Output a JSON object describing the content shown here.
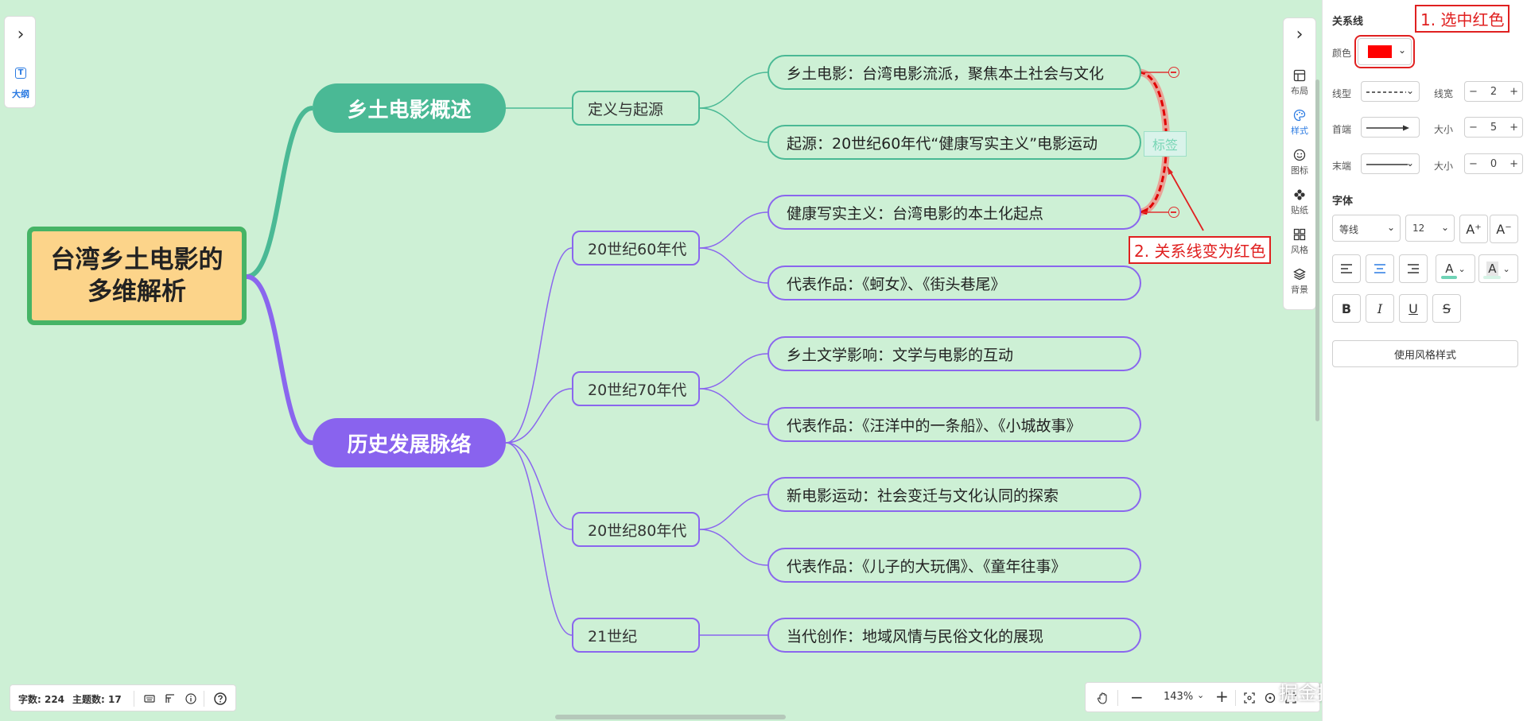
{
  "colors": {
    "canvas_bg": "#cdf0d5",
    "green_branch": "#4ab995",
    "purple_branch": "#8a66ee",
    "root_fill": "#fcd48a",
    "root_border": "#46b466",
    "relation_line": "#ff0000",
    "annotation": "#e02020"
  },
  "outline": {
    "label": "大纲"
  },
  "mindmap": {
    "root": "台湾乡土电影的多维解析",
    "branch1": {
      "label": "乡土电影概述",
      "sub1": {
        "label": "定义与起源",
        "leaves": [
          "乡土电影：台湾电影流派，聚焦本土社会与文化",
          "起源：20世纪60年代“健康写实主义”电影运动"
        ]
      }
    },
    "branch2": {
      "label": "历史发展脉络",
      "subs": [
        {
          "label": "20世纪60年代",
          "leaves": [
            "健康写实主义：台湾电影的本土化起点",
            "代表作品：《蚵女》、《街头巷尾》"
          ]
        },
        {
          "label": "20世纪70年代",
          "leaves": [
            "乡土文学影响：文学与电影的互动",
            "代表作品：《汪洋中的一条船》、《小城故事》"
          ]
        },
        {
          "label": "20世纪80年代",
          "leaves": [
            "新电影运动：社会变迁与文化认同的探索",
            "代表作品：《儿子的大玩偶》、《童年往事》"
          ]
        },
        {
          "label": "21世纪",
          "leaves": [
            "当代创作：地域风情与民俗文化的展现"
          ]
        }
      ]
    },
    "relation_tag": "标签"
  },
  "annotations": {
    "step1": "1. 选中红色",
    "step2": "2. 关系线变为红色"
  },
  "vtoolbar": {
    "items": [
      "布局",
      "样式",
      "图标",
      "贴纸",
      "风格",
      "背景"
    ],
    "active": "样式"
  },
  "panel": {
    "section_relation": "关系线",
    "color_label": "颜色",
    "color_value": "#ff0000",
    "line_type_label": "线型",
    "line_width_label": "线宽",
    "line_width_value": "2",
    "start_arrow_label": "首端",
    "start_size_label": "大小",
    "start_size_value": "5",
    "end_arrow_label": "末端",
    "end_size_label": "大小",
    "end_size_value": "0",
    "section_font": "字体",
    "font_family": "等线",
    "font_size": "12",
    "style_button": "使用风格样式",
    "inc_font": "A⁺",
    "dec_font": "A⁻"
  },
  "status": {
    "word_count": "字数: 224",
    "topic_count": "主题数: 17"
  },
  "zoom": {
    "level": "143%"
  },
  "watermark": "掘金技术社区 @ 图形天下"
}
